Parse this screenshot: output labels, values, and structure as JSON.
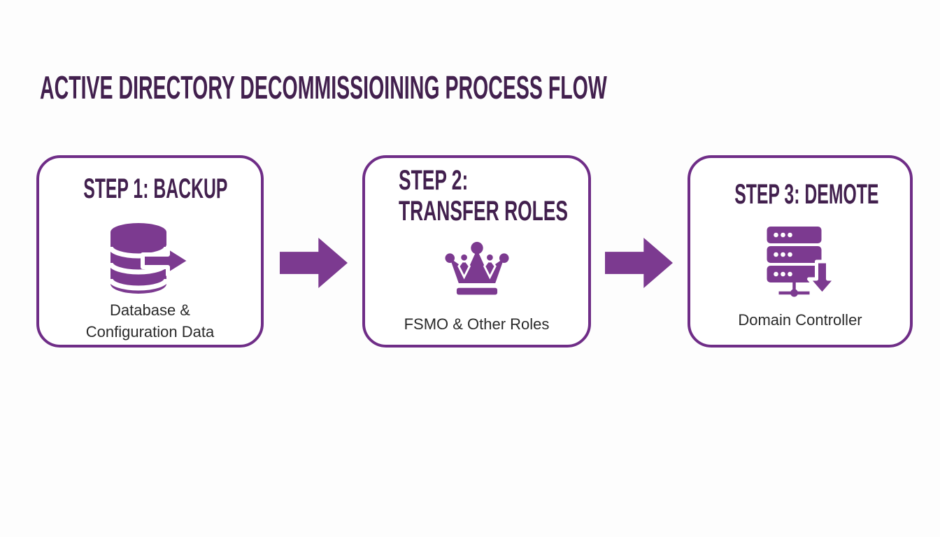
{
  "title": "ACTIVE DIRECTORY DECOMMISSIOINING PROCESS FLOW",
  "colors": {
    "heading_purple": "#42204e",
    "border_purple": "#6f2d87",
    "icon_purple": "#7c3a90",
    "caption_gray": "#2a2a2a",
    "background": "#fdfdfd"
  },
  "steps": [
    {
      "heading_line1": "STEP 1: BACKUP",
      "heading_line2": "",
      "icon": "database-export-icon",
      "caption_line1": "Database &",
      "caption_line2": "Configuration Data"
    },
    {
      "heading_line1": "STEP 2:",
      "heading_line2": "TRANSFER ROLES",
      "icon": "crown-icon",
      "caption_line1": "FSMO & Other Roles",
      "caption_line2": ""
    },
    {
      "heading_line1": "STEP 3: DEMOTE",
      "heading_line2": "",
      "icon": "server-demote-icon",
      "caption_line1": "Domain Controller",
      "caption_line2": ""
    }
  ],
  "connectors": [
    {
      "icon": "block-arrow-right-icon"
    },
    {
      "icon": "block-arrow-right-icon"
    }
  ]
}
